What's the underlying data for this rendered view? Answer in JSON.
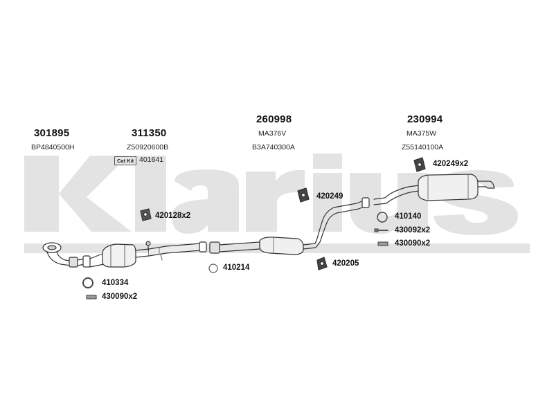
{
  "watermark": {
    "text": "Klarius",
    "color": "#e3e3e3"
  },
  "main_parts": [
    {
      "number": "301895",
      "code": "BP4840500H"
    },
    {
      "number": "311350",
      "code": "Z50920600B"
    },
    {
      "number": "260998",
      "code": "MA376V",
      "code2": "B3A740300A"
    },
    {
      "number": "230994",
      "code": "MA375W",
      "code2": "Z55140100A"
    }
  ],
  "cat_kit": {
    "badge": "Cat Kit",
    "number": "401641"
  },
  "fittings": [
    {
      "label": "420128x2",
      "icon": "rubber-mount-icon"
    },
    {
      "label": "410214",
      "icon": "ring-gasket-icon"
    },
    {
      "label": "410334",
      "icon": "ring-gasket-icon"
    },
    {
      "label": "430090x2",
      "icon": "bolt-icon"
    },
    {
      "label": "420249",
      "icon": "rubber-mount-icon"
    },
    {
      "label": "420205",
      "icon": "rubber-mount-icon"
    },
    {
      "label": "420249x2",
      "icon": "rubber-mount-icon"
    },
    {
      "label": "410140",
      "icon": "ring-gasket-icon"
    },
    {
      "label": "430092x2",
      "icon": "bolt-icon"
    },
    {
      "label": "430090x2",
      "icon": "bolt-icon"
    }
  ]
}
